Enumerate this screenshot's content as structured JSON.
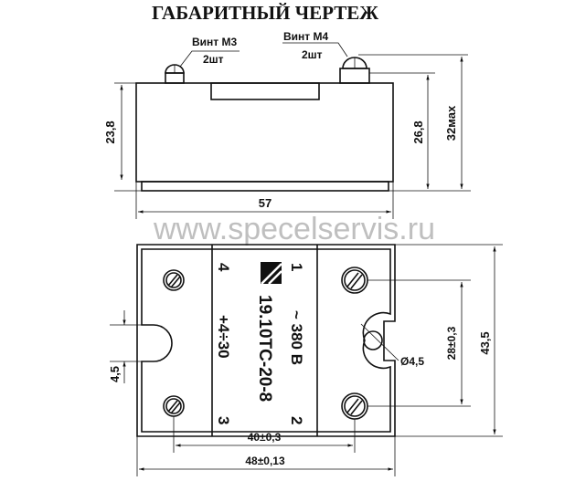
{
  "title": "ГАБАРИТНЫЙ ЧЕРТЕЖ",
  "side_view": {
    "screw_m3_label": "Винт  М3",
    "screw_m3_qty": "2шт",
    "screw_m4_label": "Винт  М4",
    "screw_m4_qty": "2шт",
    "dim_height_body": "23,8",
    "dim_height_terminal": "26,8",
    "dim_height_max": "32мах",
    "dim_width": "57"
  },
  "top_view": {
    "watermark": "www.specelservis.ru",
    "terminal_1": "1",
    "terminal_2": "2",
    "terminal_3": "3",
    "terminal_4": "4",
    "voltage": "~ 380 В",
    "model": "19.10ТС-20-8",
    "control_voltage": "+4÷30",
    "dim_slot": "4,5",
    "dim_hole": "Ø4,5",
    "dim_screw_spacing_v": "28±0,3",
    "dim_height": "43,5",
    "dim_screw_spacing_h": "40±0,3",
    "dim_width": "48±0,13"
  }
}
